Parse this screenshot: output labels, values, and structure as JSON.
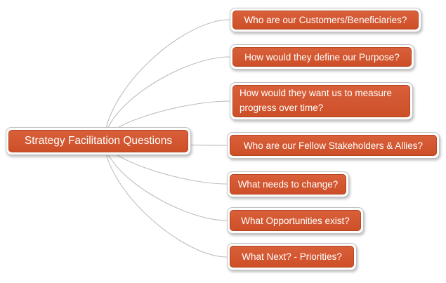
{
  "mindmap": {
    "root": {
      "label": "Strategy Facilitation Questions"
    },
    "children": [
      {
        "label": "Who are our Customers/Beneficiaries?"
      },
      {
        "label": "How would they define our Purpose?"
      },
      {
        "label": "How would they want us to measure progress over time?"
      },
      {
        "label": "Who are our Fellow Stakeholders & Allies?"
      },
      {
        "label": "What needs to change?"
      },
      {
        "label": "What Opportunities exist?"
      },
      {
        "label": "What Next? - Priorities?"
      }
    ],
    "colors": {
      "node_fill_top": "#d9603a",
      "node_fill_bottom": "#cd4f28",
      "node_border": "#b5461e",
      "frame_fill": "#fdfdfd",
      "frame_border": "#c3c3c3",
      "connector": "#bdbdbd",
      "text": "#ffffff",
      "background": "#ffffff"
    }
  }
}
